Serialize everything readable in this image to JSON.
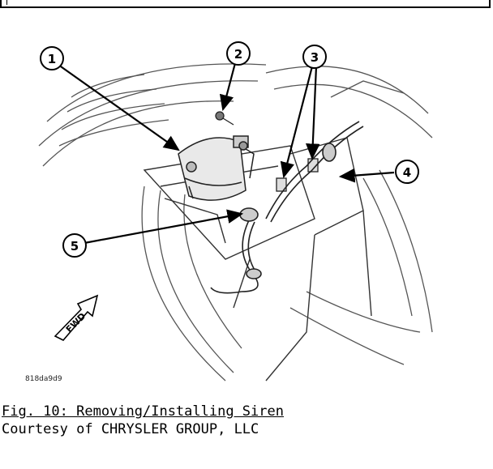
{
  "figure": {
    "code": "818da9d9",
    "fwd_label": "FWD",
    "callouts": [
      "1",
      "2",
      "3",
      "4",
      "5"
    ]
  },
  "caption": {
    "title": "Fig. 10: Removing/Installing Siren",
    "credit": "Courtesy of CHRYSLER GROUP, LLC"
  }
}
